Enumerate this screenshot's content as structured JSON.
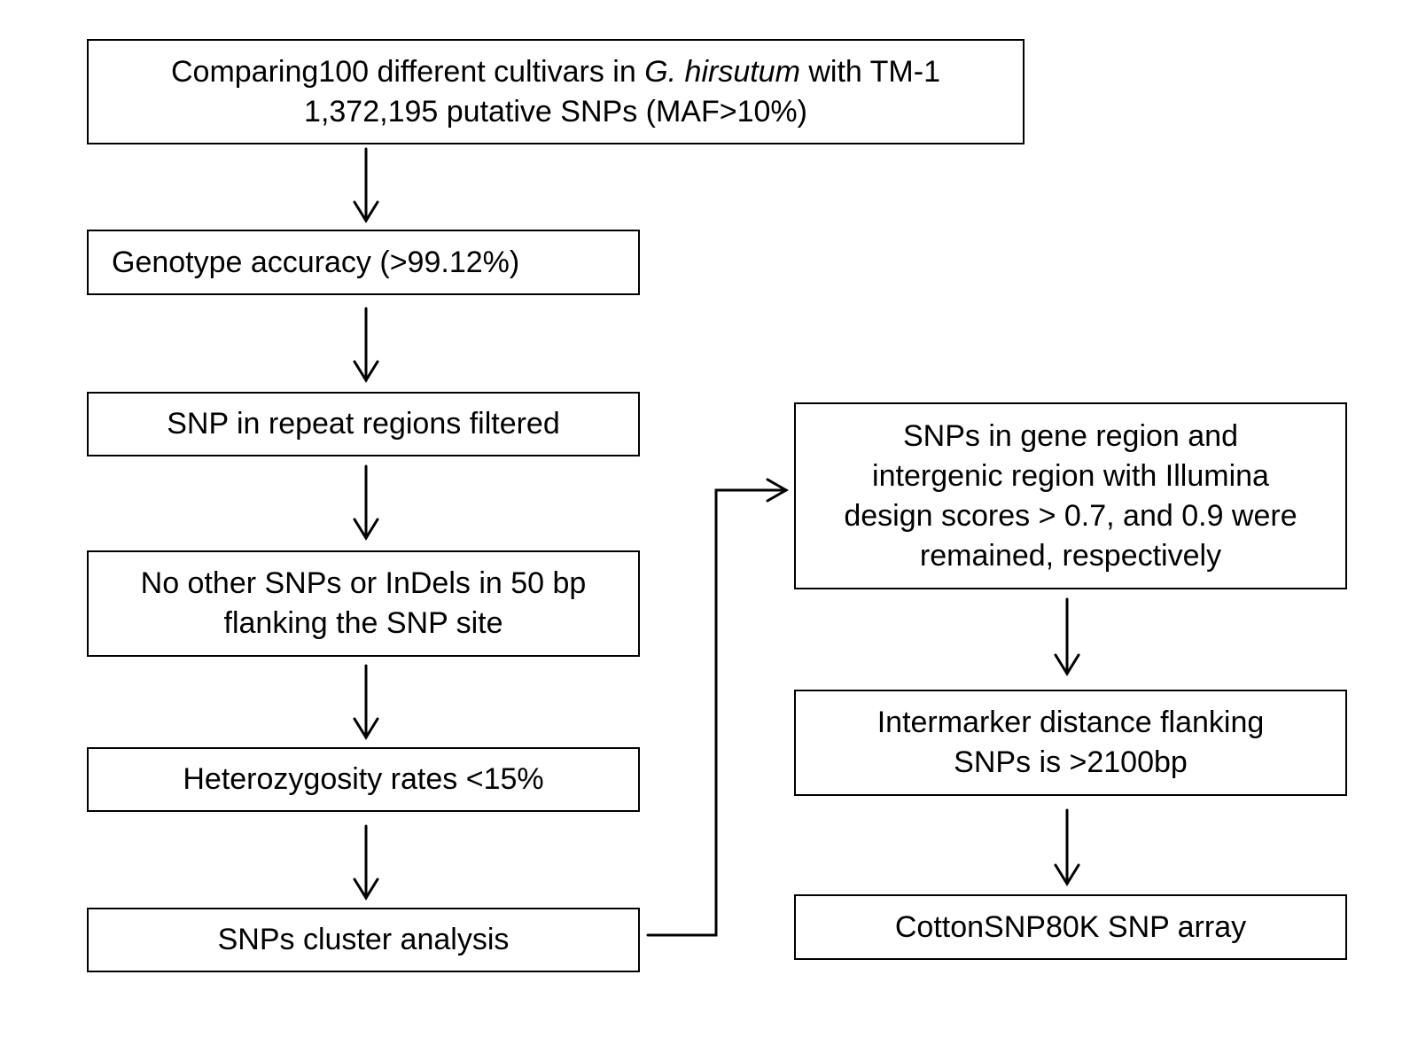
{
  "flowchart": {
    "steps": [
      {
        "id": "step1",
        "line1_prefix": "Comparing100 different cultivars in ",
        "line1_italic": "G. hirsutum",
        "line1_suffix": " with TM-1",
        "line2": "1,372,195 putative SNPs (MAF>10%)"
      },
      {
        "id": "step2",
        "text": "Genotype accuracy (>99.12%)"
      },
      {
        "id": "step3",
        "text": "SNP in repeat regions filtered"
      },
      {
        "id": "step4",
        "lines": [
          "No other SNPs or InDels in 50 bp",
          "flanking the SNP site"
        ]
      },
      {
        "id": "step5",
        "text": "Heterozygosity rates <15%"
      },
      {
        "id": "step6",
        "text": "SNPs cluster analysis"
      },
      {
        "id": "step7",
        "lines": [
          "SNPs in gene region and",
          "intergenic region with Illumina",
          "design scores > 0.7, and 0.9 were",
          "remained, respectively"
        ]
      },
      {
        "id": "step8",
        "lines": [
          "Intermarker distance flanking",
          "SNPs is >2100bp"
        ]
      },
      {
        "id": "step9",
        "text": "CottonSNP80K SNP array"
      }
    ]
  }
}
